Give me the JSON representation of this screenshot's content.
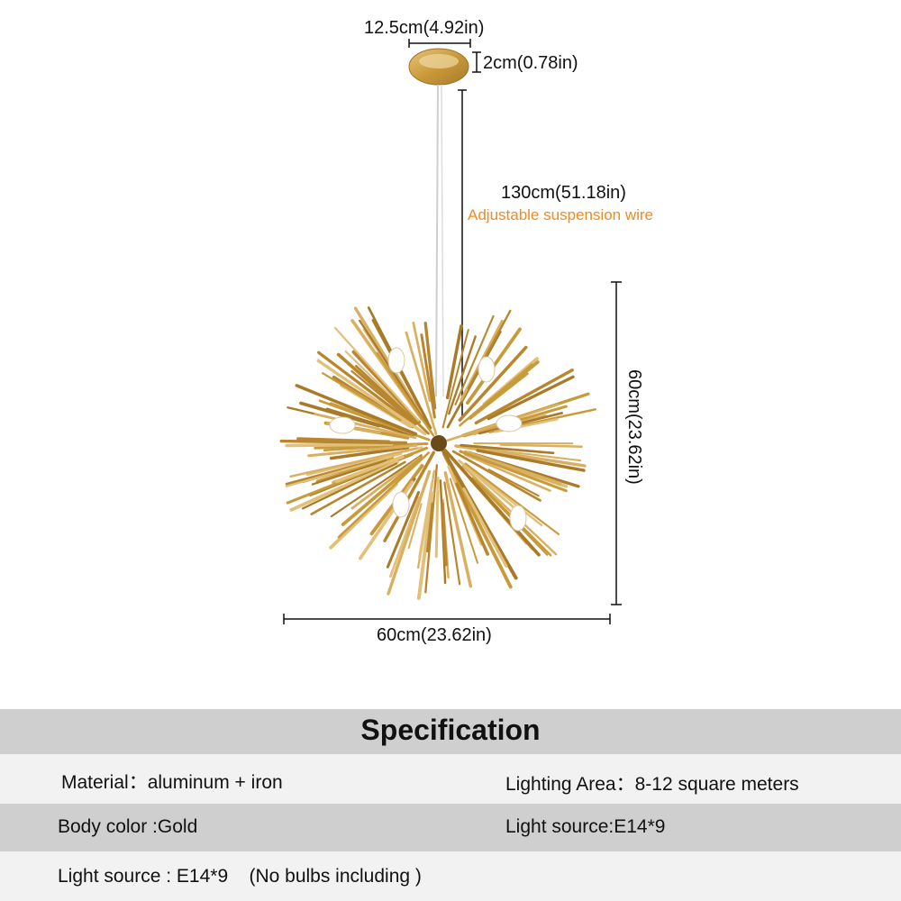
{
  "dimensions": {
    "canopy_width": "12.5cm(4.92in)",
    "canopy_height": "2cm(0.78in)",
    "wire_length": "130cm(51.18in)",
    "wire_note": "Adjustable suspension wire",
    "fixture_height": "60cm(23.62in)",
    "fixture_width": "60cm(23.62in)"
  },
  "specification": {
    "title": "Specification",
    "material": "Material：aluminum + iron",
    "lighting_area": "Lighting Area：8-12 square meters",
    "body_color": "Body color :Gold",
    "light_source_right": "Light source:E14*9",
    "light_source_left": "Light source : E14*9    (No bulbs including )"
  },
  "colors": {
    "gold": "#c99a3a",
    "note": "#f08a1c",
    "band_dark": "#cfcfcf",
    "band_light": "#f2f2f2"
  }
}
